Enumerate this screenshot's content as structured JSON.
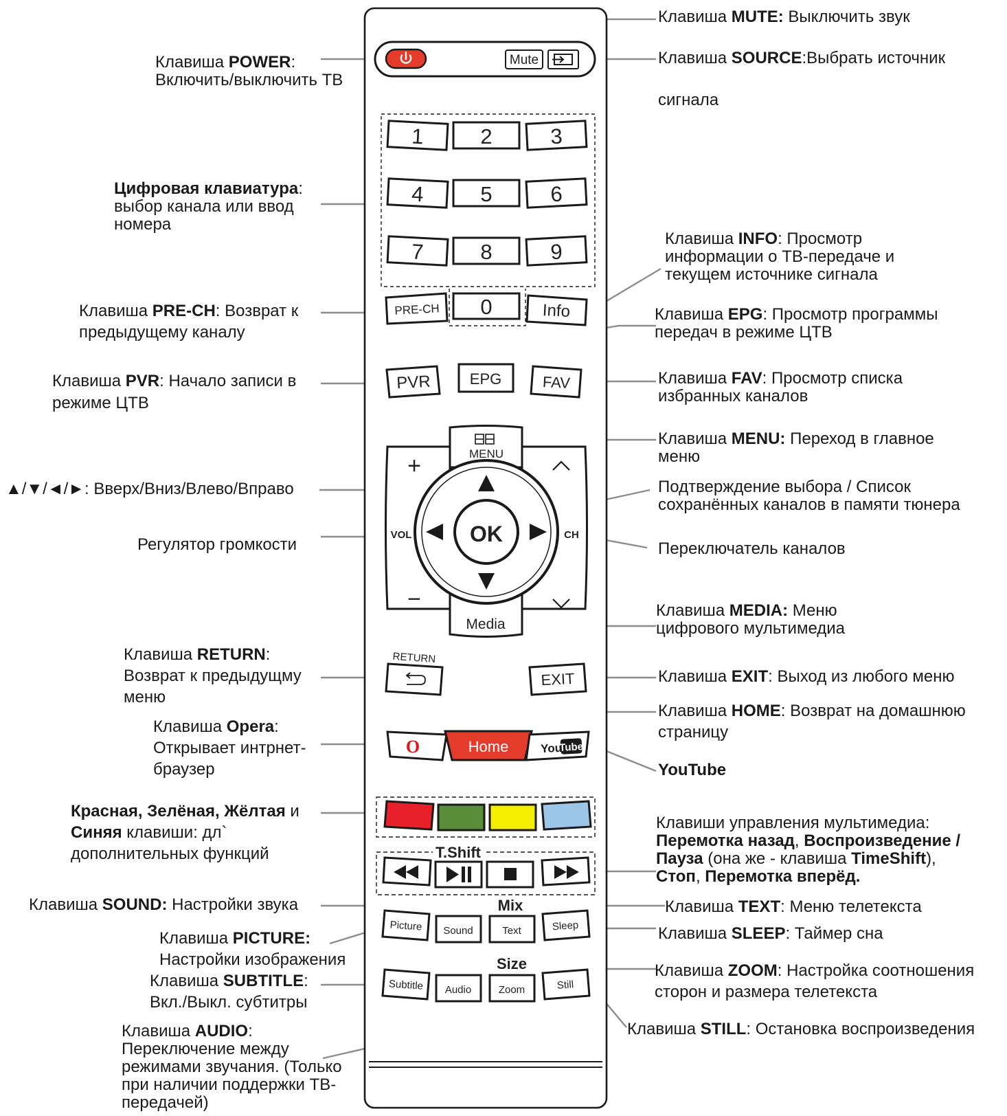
{
  "colors": {
    "power": "#e53b2a",
    "home": "#e53b2a",
    "opera": "#d71920",
    "red": "#e8202a",
    "green": "#5a8d3a",
    "yellow": "#f4ef00",
    "blue": "#9cc6e8",
    "remote_body": "#ffffff",
    "outline": "#1a1a1a",
    "leader_line": "#8c8c8c"
  },
  "remote": {
    "mute": "Mute",
    "digits": [
      "1",
      "2",
      "3",
      "4",
      "5",
      "6",
      "7",
      "8",
      "9"
    ],
    "zero": "0",
    "prech": "PRE-CH",
    "info": "Info",
    "pvr": "PVR",
    "epg": "EPG",
    "fav": "FAV",
    "menu": "MENU",
    "plus": "+",
    "minus": "−",
    "vol": "VOL",
    "ch": "CH",
    "ok": "OK",
    "media": "Media",
    "return_caption": "RETURN",
    "exit": "EXIT",
    "opera_glyph": "O",
    "home": "Home",
    "youtube_you": "You",
    "youtube_tube": "Tube",
    "tshift": "T.Shift",
    "mix": "Mix",
    "picture": "Picture",
    "sound": "Sound",
    "text": "Text",
    "sleep": "Sleep",
    "size": "Size",
    "subtitle": "Subtitle",
    "audio": "Audio",
    "zoom": "Zoom",
    "still": "Still",
    "icons": [
      "power-icon",
      "source-icon",
      "menu-grid-icon",
      "up-arrow-icon",
      "down-arrow-icon",
      "left-arrow-icon",
      "right-arrow-icon",
      "chevron-up-icon",
      "chevron-down-icon",
      "return-icon",
      "rewind-icon",
      "play-pause-icon",
      "stop-icon",
      "fast-forward-icon"
    ]
  },
  "labels": {
    "mute": {
      "b": "Клавиша ",
      "k": "MUTE:",
      "t": " Выключить звук"
    },
    "source": {
      "b": "Клавиша ",
      "k": "SOURCE",
      "t": ":Выбрать источник"
    },
    "source2": "сигнала",
    "power": {
      "b": "Клавиша ",
      "k": "POWER",
      "t": ":"
    },
    "power2": "Включить/выключить ТВ",
    "numpad": {
      "k": "Цифровая клавиатура",
      "t": ":"
    },
    "numpad2": "выбор канала или ввод",
    "numpad3": "номера",
    "info1": {
      "b": "Клавиша ",
      "k": "INFO",
      "t": ": Просмотр"
    },
    "info2": "информации о ТВ-передаче и",
    "info3": "текущем источнике сигнала",
    "prech1": {
      "b": "Клавиша ",
      "k": "PRE-CH",
      "t": ": Возврат к"
    },
    "prech2": "предыдущему каналу",
    "epg1": {
      "b": "Клавиша ",
      "k": "EPG",
      "t": ": Просмотр программы"
    },
    "epg2": "передач в режиме ЦТВ",
    "pvr1": {
      "b": "Клавиша ",
      "k": "PVR",
      "t": ": Начало записи в"
    },
    "pvr2": "режиме ЦТВ",
    "fav1": {
      "b": "Клавиша ",
      "k": "FAV",
      "t": ": Просмотр списка"
    },
    "fav2": "избранных каналов",
    "menu1": {
      "b": "Клавиша ",
      "k": "MENU:",
      "t": " Переход в главное"
    },
    "menu2": "меню",
    "arrows": "▲/▼/◄/►: Вверх/Вниз/Влево/Вправо",
    "ok1": "Подтверждение выбора / Список",
    "ok2": "сохранённых каналов в памяти тюнера",
    "volume": "Регулятор громкости",
    "channel": "Переключатель каналов",
    "media1": {
      "b": "Клавиша ",
      "k": "MEDIA:",
      "t": " Меню"
    },
    "media2": "цифрового мультимедиа",
    "return1": {
      "b": "Клавиша ",
      "k": "RETURN",
      "t": ":"
    },
    "return2": "Возврат к предыдущму",
    "return3": "меню",
    "exit1": {
      "b": "Клавиша ",
      "k": "EXIT",
      "t": ": Выход из любого меню"
    },
    "home1": {
      "b": "Клавиша ",
      "k": "HOME",
      "t": ": Возврат на домашнюю"
    },
    "home2": "страницу",
    "opera1": {
      "b": "Клавиша ",
      "k": "Opera",
      "t": ":"
    },
    "opera2": "Открывает интрнет-",
    "opera3": "браузер",
    "youtube": "YouTube",
    "colorkeys1": {
      "k1": "Красная, Зелёная, Жёлтая",
      "t1": " и"
    },
    "colorkeys2": {
      "k": "Синяя",
      "t": " клавиши: дл`"
    },
    "colorkeys3": "дополнительных функций",
    "mm1": "Клавиши управления мультимедиа:",
    "mm2": {
      "k1": "Перемотка назад",
      "t1": ", ",
      "k2": "Воспроизведение /"
    },
    "mm3": {
      "k1": "Пауза",
      "t1": " (она же  - клавиша ",
      "k2": "TimeShift",
      "t2": "),"
    },
    "mm4": {
      "k1": "Стоп",
      "t1": ", ",
      "k2": "Перемотка вперёд."
    },
    "sound1": {
      "b": "Клавиша ",
      "k": "SOUND:",
      "t": " Настройки звука"
    },
    "text1": {
      "b": "Клавиша ",
      "k": "TEXT",
      "t": ": Меню телетекста"
    },
    "picture1": {
      "b": "Клавиша ",
      "k": "PICTURE:"
    },
    "picture2": "Настройки изображения",
    "sleep1": {
      "b": "Клавиша ",
      "k": "SLEEP",
      "t": ": Таймер сна"
    },
    "subtitle1": {
      "b": "Клавиша ",
      "k": "SUBTITLE",
      "t": ":"
    },
    "subtitle2": "Вкл./Выкл. субтитры",
    "zoom1": {
      "b": "Клавиша ",
      "k": "ZOOM",
      "t": ": Настройка соотношения"
    },
    "zoom2": "сторон и размера телетекста",
    "audio1": {
      "b": "Клавиша ",
      "k": "AUDIO",
      "t": ":"
    },
    "audio2": "Переключение между",
    "audio3": "режимами звучания. (Только",
    "audio4": "при наличии поддержки ТВ-",
    "audio5": "передачей)",
    "still1": {
      "b": "Клавиша ",
      "k": "STILL",
      "t": ": Остановка воспроизведения"
    }
  }
}
